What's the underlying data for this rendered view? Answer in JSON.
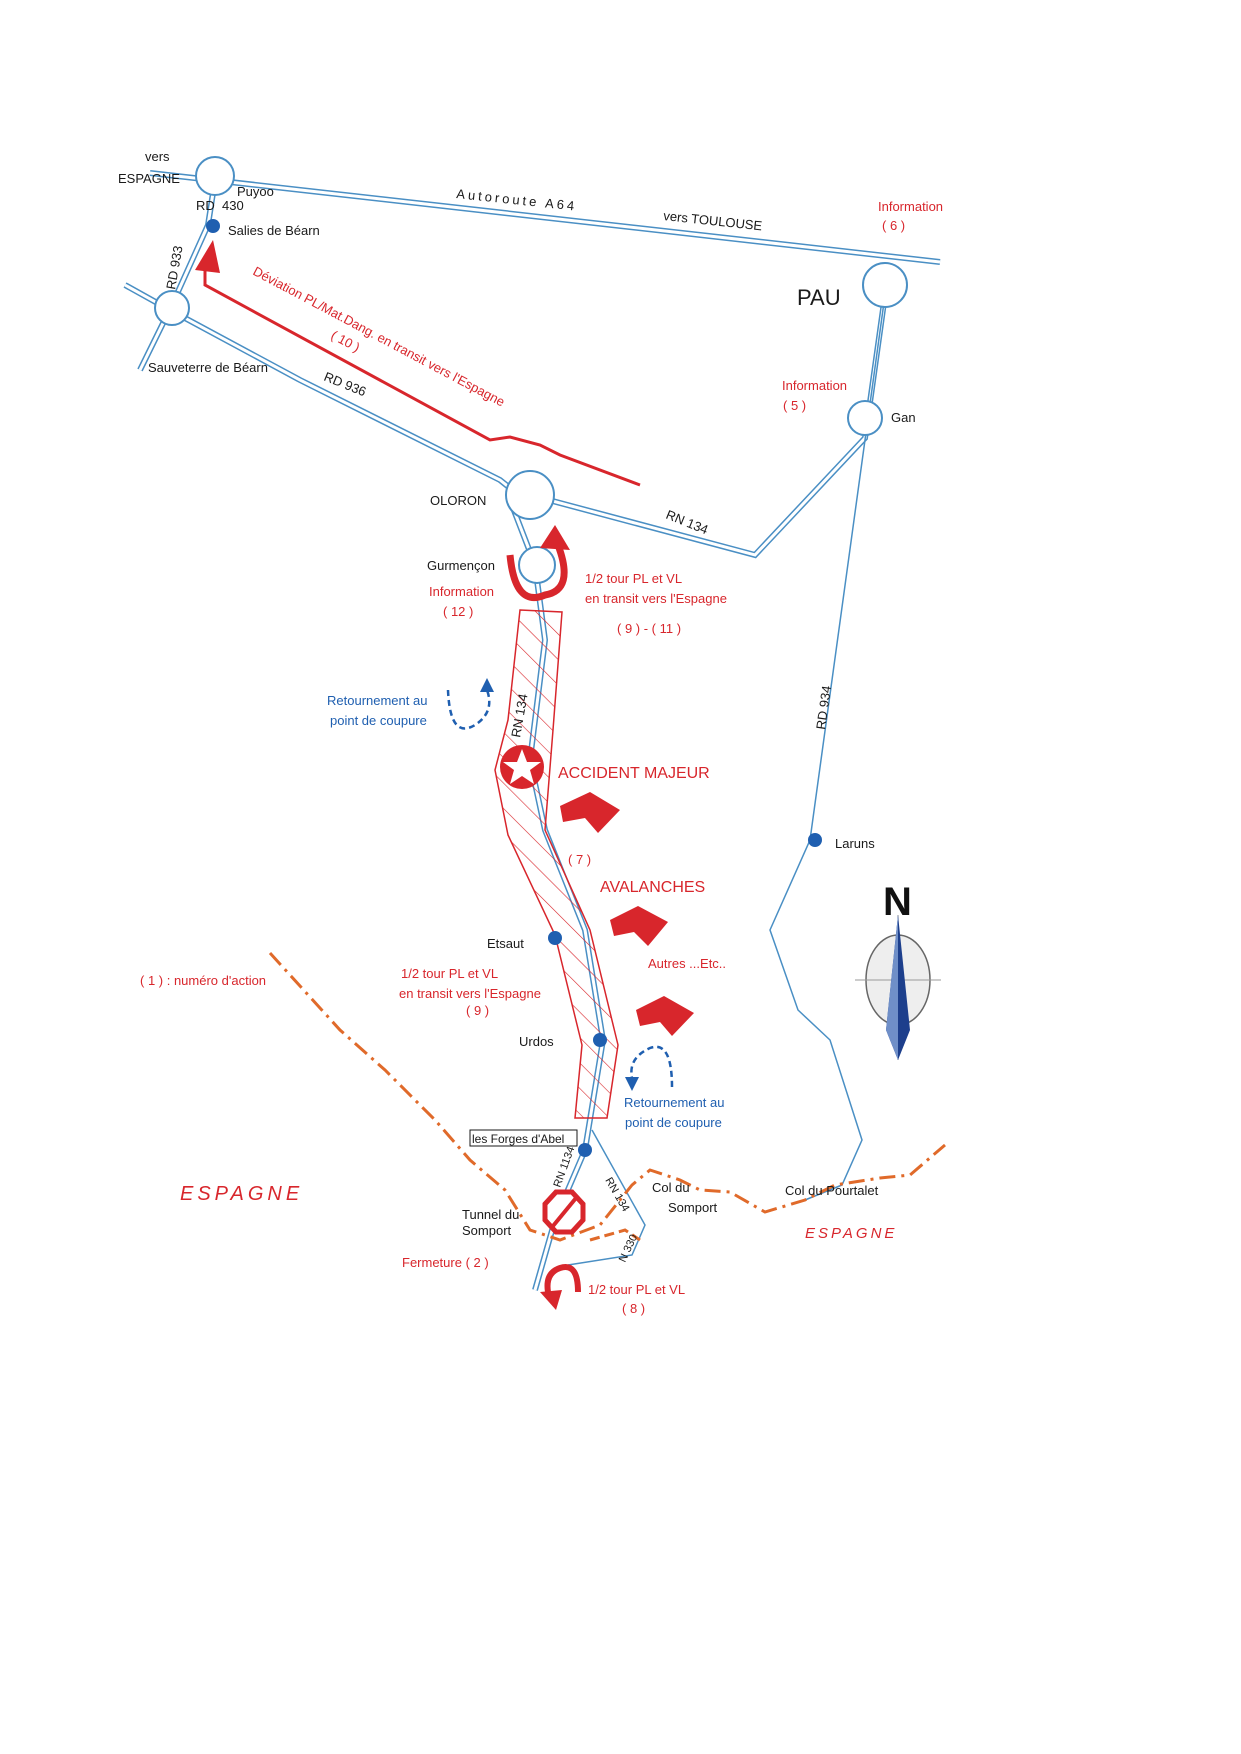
{
  "places": {
    "vers_espagne_1": "vers",
    "vers_espagne_2": "ESPAGNE",
    "puyoo": "Puyoo",
    "rd430_1": "RD",
    "rd430_2": "430",
    "salies": "Salies de Béarn",
    "rd933": "RD 933",
    "sauveterre": "Sauveterre de Béarn",
    "rd936": "RD 936",
    "autoroute": "Autoroute A64",
    "vers_toulouse": "vers TOULOUSE",
    "pau": "PAU",
    "gan": "Gan",
    "oloron": "OLORON",
    "rn134_top": "RN 134",
    "gurmencon": "Gurmençon",
    "rn134_mid": "RN 134",
    "rd934": "RD 934",
    "laruns": "Laruns",
    "etsaut": "Etsaut",
    "urdos": "Urdos",
    "forges": "les Forges d'Abel",
    "rn134_low": "RN 134",
    "rn1134": "RN 1134",
    "n330": "N 330",
    "tunnel_1": "Tunnel du",
    "tunnel_2": "Somport",
    "col_somport_1": "Col du",
    "col_somport_2": "Somport",
    "col_pourtalet": "Col du Pourtalet",
    "espagne_big": "ESPAGNE",
    "espagne_small": "ESPAGNE"
  },
  "actions": {
    "info6_1": "Information",
    "info6_2": "( 6 )",
    "info5_1": "Information",
    "info5_2": "( 5 )",
    "deviation_1": "Déviation PL/Mat.Dang. en transit vers l'Espagne",
    "deviation_2": "( 10 )",
    "info12_1": "Information",
    "info12_2": "( 12 )",
    "demitour_top_1": "1/2 tour PL et VL",
    "demitour_top_2": "en transit vers l'Espagne",
    "demitour_top_3": "( 9 ) - ( 11 )",
    "retour_top_1": "Retournement au",
    "retour_top_2": "point de coupure",
    "accident": "ACCIDENT MAJEUR",
    "num7": "( 7 )",
    "avalanches": "AVALANCHES",
    "autres": "Autres ...Etc..",
    "demitour_mid_1": "1/2 tour PL et VL",
    "demitour_mid_2": "en transit vers l'Espagne",
    "demitour_mid_3": "( 9 )",
    "legend": "( 1 ) : numéro d'action",
    "retour_low_1": "Retournement au",
    "retour_low_2": "point de coupure",
    "fermeture": "Fermeture ( 2 )",
    "demitour_low_1": "1/2 tour PL et VL",
    "demitour_low_2": "( 8 )"
  },
  "compass": {
    "north": "N"
  },
  "colors": {
    "road": "#4a8fc4",
    "action": "#d8262c",
    "info_blue": "#1f5fb0",
    "border": "#e06a2a"
  }
}
